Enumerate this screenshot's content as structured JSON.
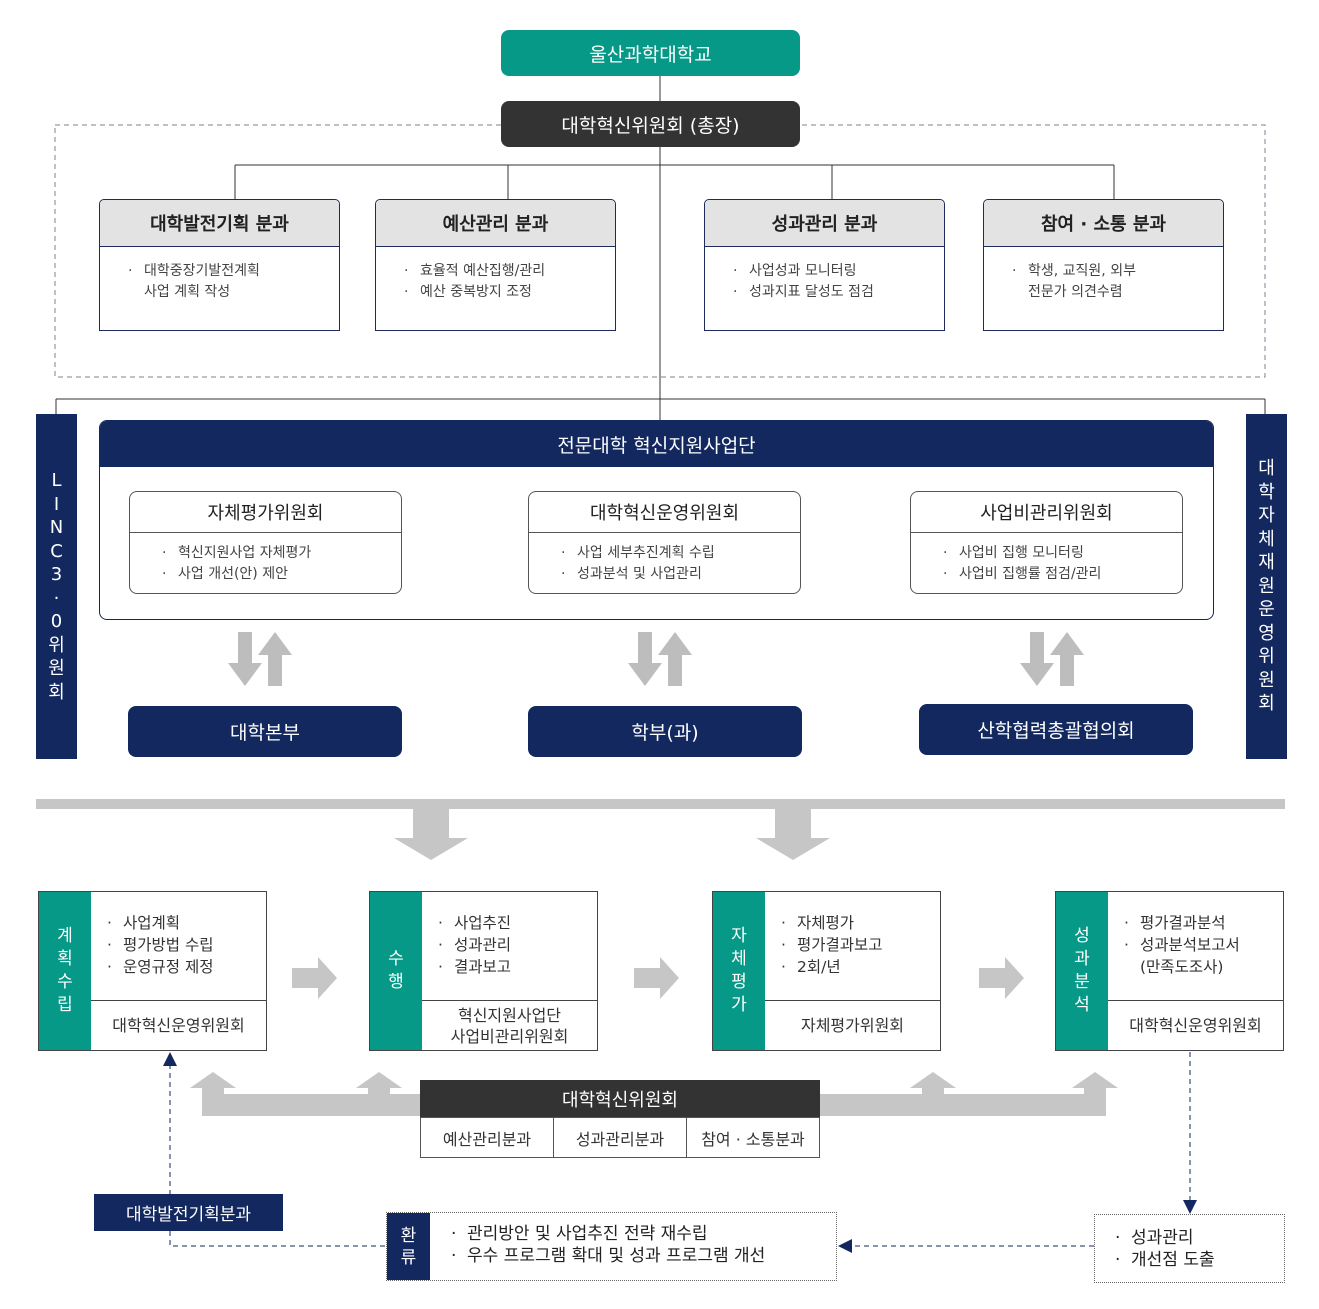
{
  "top": {
    "university": "울산과학대학교",
    "committee": "대학혁신위원회 (총장)"
  },
  "subcommittees": [
    {
      "title": "대학발전기획 분과",
      "items": [
        "대학중장기발전계획\n사업 계획 작성"
      ]
    },
    {
      "title": "예산관리 분과",
      "items": [
        "효율적 예산집행/관리",
        "예산 중복방지 조정"
      ]
    },
    {
      "title": "성과관리 분과",
      "items": [
        "사업성과 모니터링",
        "성과지표 달성도 점검"
      ]
    },
    {
      "title": "참여 · 소통 분과",
      "items": [
        "학생, 교직원, 외부\n전문가 의견수렴"
      ]
    }
  ],
  "left_side": [
    "L",
    "I",
    "N",
    "C",
    "3",
    "·",
    "0",
    "위",
    "원",
    "회"
  ],
  "right_side": [
    "대",
    "학",
    "자",
    "체",
    "재",
    "원",
    "운",
    "영",
    "위",
    "원",
    "회"
  ],
  "program": {
    "title": "전문대학 혁신지원사업단",
    "committees": [
      {
        "title": "자체평가위원회",
        "items": [
          "혁신지원사업 자체평가",
          "사업 개선(안) 제안"
        ]
      },
      {
        "title": "대학혁신운영위원회",
        "items": [
          "사업 세부추진계획 수립",
          "성과분석 및 사업관리"
        ]
      },
      {
        "title": "사업비관리위원회",
        "items": [
          "사업비 집행 모니터링",
          "사업비 집행률 점검/관리"
        ]
      }
    ],
    "units": [
      "대학본부",
      "학부(과)",
      "산학협력총괄협의회"
    ]
  },
  "phases": [
    {
      "tag": [
        "계",
        "획",
        "수",
        "립"
      ],
      "items": [
        "사업계획",
        "평가방법 수립",
        "운영규정 제정"
      ],
      "footer": "대학혁신운영위원회"
    },
    {
      "tag": [
        "수",
        "행"
      ],
      "items": [
        "사업추진",
        "성과관리",
        "결과보고"
      ],
      "footer": "혁신지원사업단\n사업비관리위원회"
    },
    {
      "tag": [
        "자",
        "체",
        "평",
        "가"
      ],
      "items": [
        "자체평가",
        "평가결과보고",
        "2회/년"
      ],
      "footer": "자체평가위원회"
    },
    {
      "tag": [
        "성",
        "과",
        "분",
        "석"
      ],
      "items": [
        "평가결과분석",
        "성과분석보고서\n(만족도조사)"
      ],
      "footer": "대학혁신운영위원회"
    }
  ],
  "bottom": {
    "committee": "대학혁신위원회",
    "divisions": [
      "예산관리분과",
      "성과관리분과",
      "참여 · 소통분과"
    ],
    "planning_division": "대학발전기획분과",
    "feedback": {
      "tag": [
        "환",
        "류"
      ],
      "items": [
        "관리방안 및 사업추진 전략 재수립",
        "우수 프로그램 확대 및 성과 프로그램 개선"
      ]
    },
    "outcome_items": [
      "성과관리",
      "개선점 도출"
    ]
  },
  "colors": {
    "teal": "#079987",
    "navy": "#12285f",
    "dark": "#333333",
    "arrow_gray": "#c1c1c1",
    "head_gray": "#e3e3e3"
  }
}
